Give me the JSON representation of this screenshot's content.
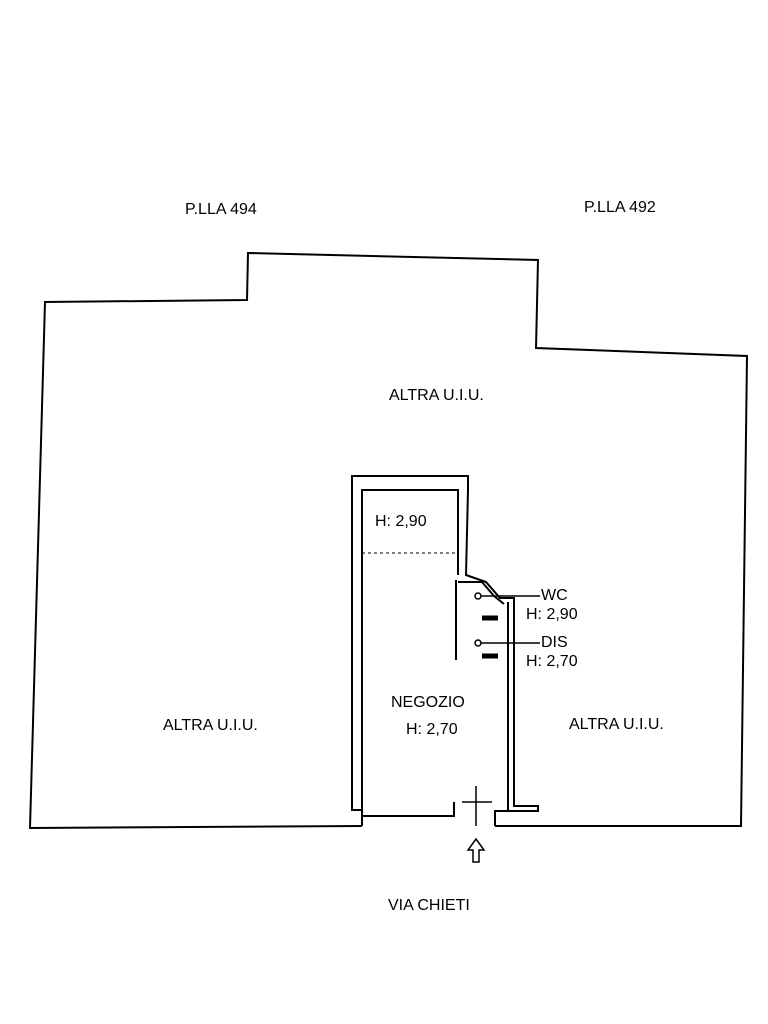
{
  "parcels": {
    "left": "P.LLA 494",
    "right": "P.LLA 492"
  },
  "units": {
    "top": "ALTRA U.I.U.",
    "left": "ALTRA U.I.U.",
    "right": "ALTRA U.I.U."
  },
  "shop": {
    "upper_height": "H: 2,90",
    "name": "NEGOZIO",
    "height": "H: 2,70"
  },
  "rooms": {
    "wc_name": "WC",
    "wc_height": "H: 2,90",
    "dis_name": "DIS",
    "dis_height": "H: 2,70"
  },
  "street": "VIA CHIETI",
  "colors": {
    "line": "#000000",
    "background": "#ffffff"
  },
  "icons": {
    "entrance": "up-arrow-icon"
  }
}
